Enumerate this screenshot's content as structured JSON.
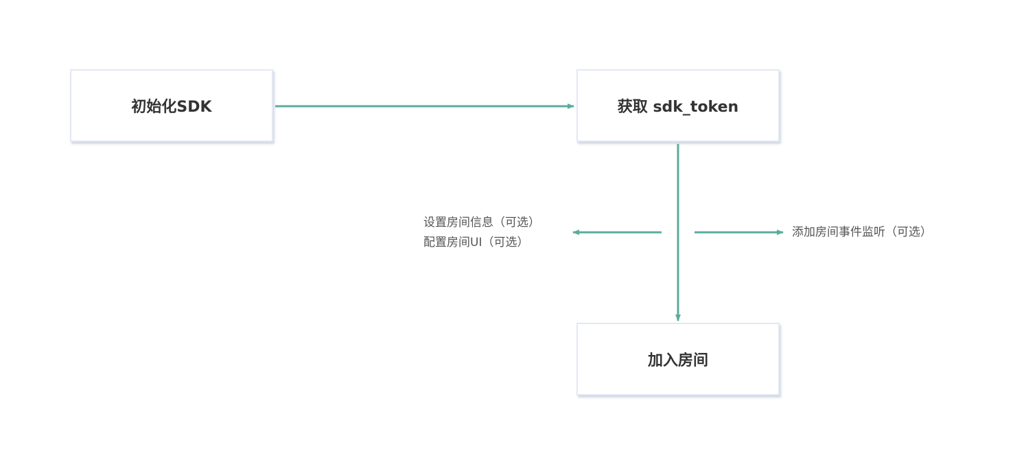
{
  "nodes": {
    "init": {
      "label": "初始化SDK"
    },
    "token": {
      "label": "获取 sdk_token"
    },
    "join": {
      "label": "加入房间"
    }
  },
  "notes": {
    "left": [
      "设置房间信息（可选）",
      "配置房间UI（可选）"
    ],
    "right": "添加房间事件监听（可选）"
  },
  "colors": {
    "connector": "#5aac9e",
    "node_border": "#e3e8f3",
    "node_text": "#333333",
    "note_text": "#555555"
  }
}
